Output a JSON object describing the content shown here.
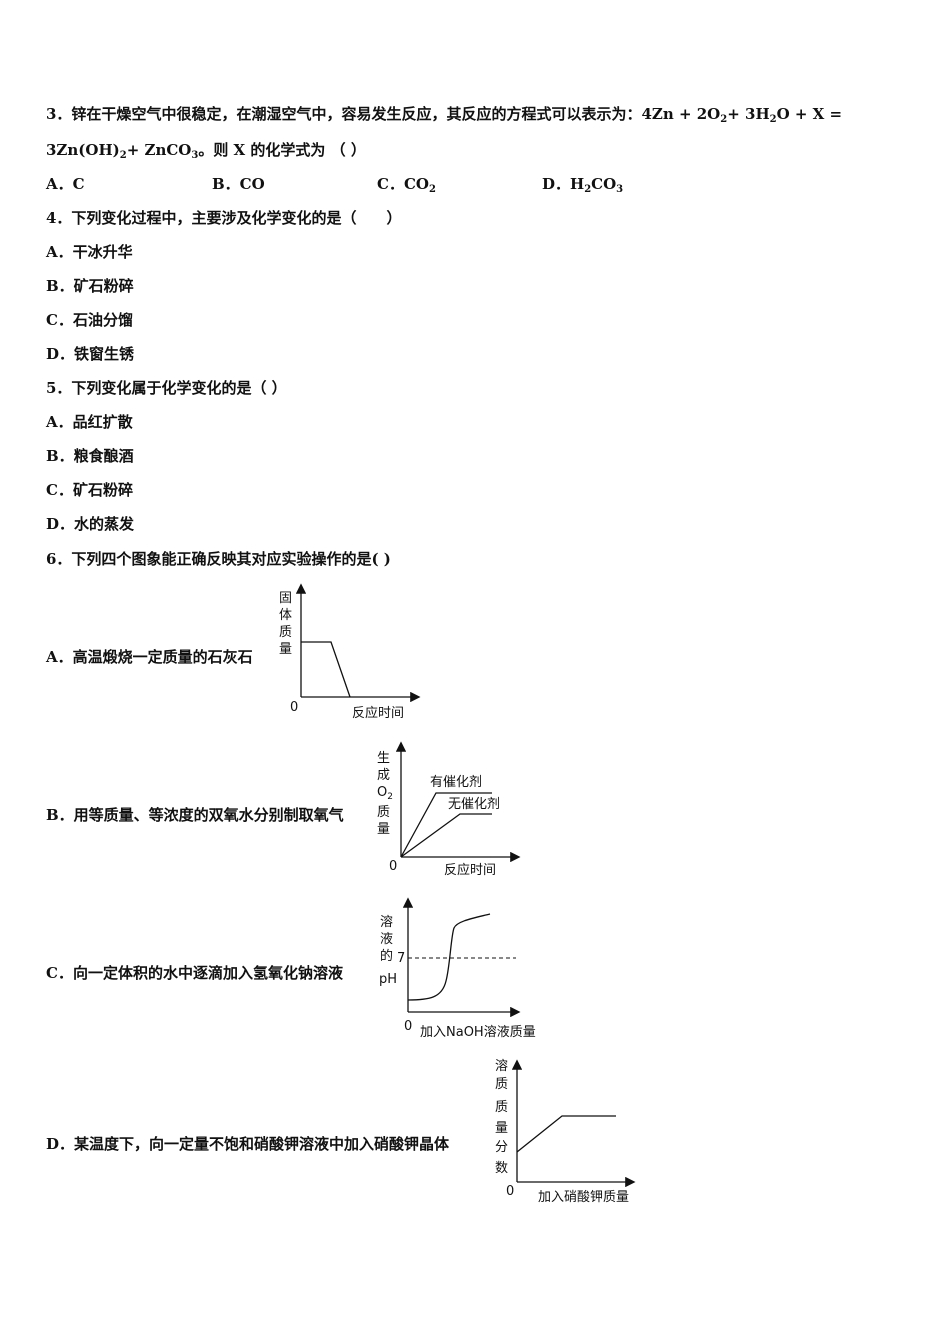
{
  "q3": {
    "line1_pre": "3．锌在干燥空气中很稳定，在潮湿空气中，容易发生反应，其反应的方程式可以表示为：4Zn + 2O",
    "line1_sub1": "2",
    "line1_mid": "+ 3H",
    "line1_sub2": "2",
    "line1_post": "O + X =",
    "line2_pre": "3Zn(OH)",
    "line2_sub1": "2",
    "line2_mid": "+ ZnCO",
    "line2_sub2": "3",
    "line2_post": "。则 X 的化学式为 （  ）",
    "optA": "A．C",
    "optB": "B．CO",
    "optC_pre": "C．CO",
    "optC_sub": "2",
    "optD_pre": "D．H",
    "optD_sub1": "2",
    "optD_mid": "CO",
    "optD_sub2": "3"
  },
  "q4": {
    "stem": "4．下列变化过程中，主要涉及化学变化的是（　　）",
    "options": [
      "A．干冰升华",
      "B．矿石粉碎",
      "C．石油分馏",
      "D．铁窗生锈"
    ]
  },
  "q5": {
    "stem": "5．下列变化属于化学变化的是（ ）",
    "options": [
      "A．品红扩散",
      "B．粮食酿酒",
      "C．矿石粉碎",
      "D．水的蒸发"
    ]
  },
  "q6": {
    "stem": "6．下列四个图象能正确反映其对应实验操作的是( )",
    "A": {
      "label": "A．高温煅烧一定质量的石灰石",
      "ylabel": [
        "固",
        "体",
        "质",
        "量"
      ],
      "xlabel": "反应时间",
      "origin": "0"
    },
    "B": {
      "label": "B．用等质量、等浓度的双氧水分别制取氧气",
      "ylabel": [
        "生",
        "成",
        "O",
        "质",
        "量"
      ],
      "ylabel_sub": "2",
      "xlabel": "反应时间",
      "origin": "0",
      "series1": "有催化剂",
      "series2": "无催化剂"
    },
    "C": {
      "label": "C．向一定体积的水中逐滴加入氢氧化钠溶液",
      "ylabel": [
        "溶",
        "液",
        "的",
        "pH"
      ],
      "tick7": "7",
      "xlabel": "加入NaOH溶液质量",
      "origin": "0"
    },
    "D": {
      "label": "D．某温度下，向一定量不饱和硝酸钾溶液中加入硝酸钾晶体",
      "ylabel": [
        "溶",
        "质",
        "质",
        "量",
        "分",
        "数"
      ],
      "xlabel": "加入硝酸钾质量",
      "origin": "0"
    }
  }
}
